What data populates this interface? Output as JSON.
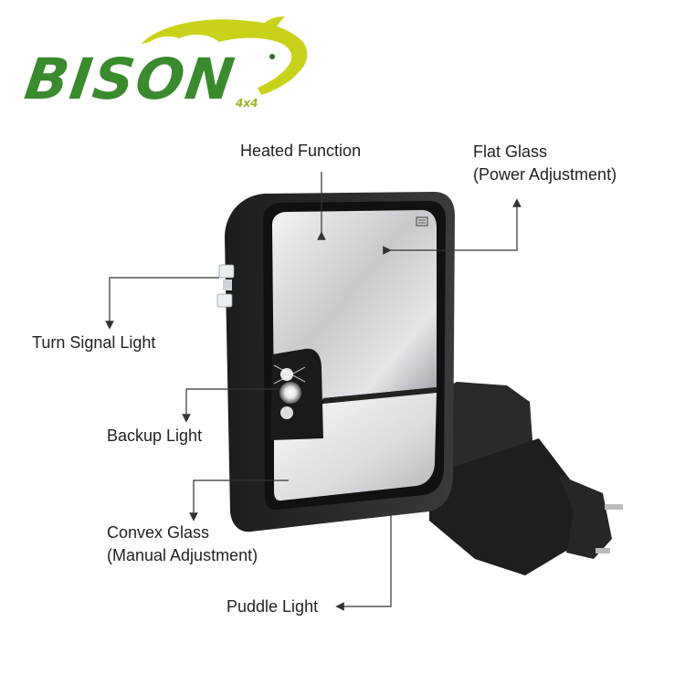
{
  "logo": {
    "brand": "BISON",
    "sub": "4x4"
  },
  "callouts": {
    "heated_function": "Heated Function",
    "flat_glass_line1": "Flat Glass",
    "flat_glass_line2": "(Power Adjustment)",
    "turn_signal": "Turn Signal Light",
    "backup_light": "Backup Light",
    "convex_glass_line1": "Convex Glass",
    "convex_glass_line2": "(Manual Adjustment)",
    "puddle_light": "Puddle Light"
  },
  "colors": {
    "logo_green": "#3a8a2e",
    "logo_yellow": "#c9d21a",
    "line": "#333333"
  }
}
